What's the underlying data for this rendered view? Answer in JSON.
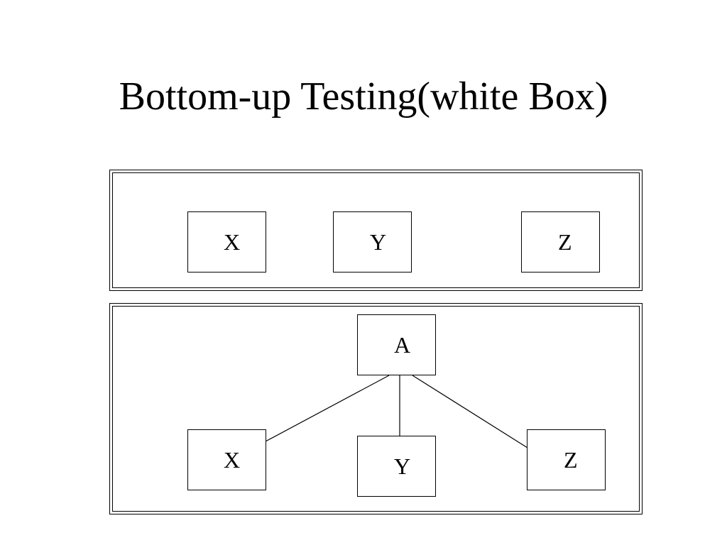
{
  "title": "Bottom-up Testing(white Box)",
  "top_group": {
    "modules": [
      "X",
      "Y",
      "Z"
    ]
  },
  "bottom_group": {
    "root": "A",
    "children": [
      "X",
      "Y",
      "Z"
    ]
  },
  "edges": [
    {
      "from": "A",
      "to": "X"
    },
    {
      "from": "A",
      "to": "Y"
    },
    {
      "from": "A",
      "to": "Z"
    }
  ]
}
